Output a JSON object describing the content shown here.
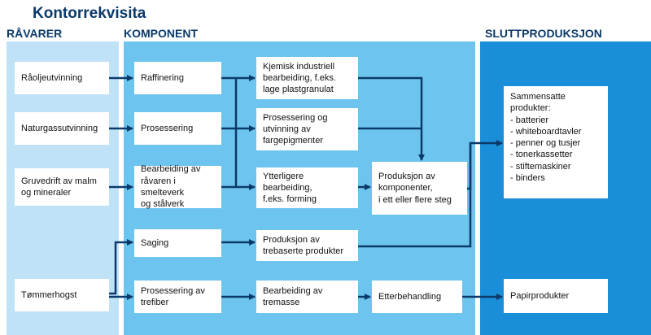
{
  "title": "Kontorrekvisita",
  "columns": {
    "ravarer": "RÅVARER",
    "komponent": "KOMPONENT",
    "sluttproduksjon": "SLUTTPRODUKSJON"
  },
  "colors": {
    "title": "#0b3a6a",
    "band_ravarer": "#bfe2f7",
    "band_komponent": "#6dc4ee",
    "band_slutt": "#1a8ed8",
    "arrow": "#0b3a6a"
  },
  "boxes": {
    "raoljeutvinning": "Råoljeutvinning",
    "naturgassutvinning": "Naturgassutvinning",
    "gruvedrift": "Gruvedrift av malm\nog mineraler",
    "tommerhogst": "Tømmerhogst",
    "raffinering": "Raffinering",
    "prosessering": "Prosessering",
    "bearbeiding_ravaren": "Bearbeiding av\nråvaren i smelteverk\nog stålverk",
    "saging": "Saging",
    "prosessering_trefiber": "Prosessering av\ntrefiber",
    "kjemisk": "Kjemisk industriell\nbearbeiding, f.eks.\nlage plastgranulat",
    "pigmenter": "Prosessering og\nutvinning av\nfargepigmenter",
    "ytterligere": "Ytterligere\nbearbeiding,\nf.eks. forming",
    "trebaserte": "Produksjon av\ntrebaserte produkter",
    "tremasse": "Bearbeiding av\ntremasse",
    "komponenter": "Produksjon av\nkomponenter,\ni ett eller flere steg",
    "etterbehandling": "Etterbehandling",
    "sammensatte": "Sammensatte\nprodukter:\n- batterier\n- whiteboardtavler\n- penner og tusjer\n- tonerkassetter\n- stiftemaskiner\n- binders",
    "papirprodukter": "Papirprodukter"
  }
}
